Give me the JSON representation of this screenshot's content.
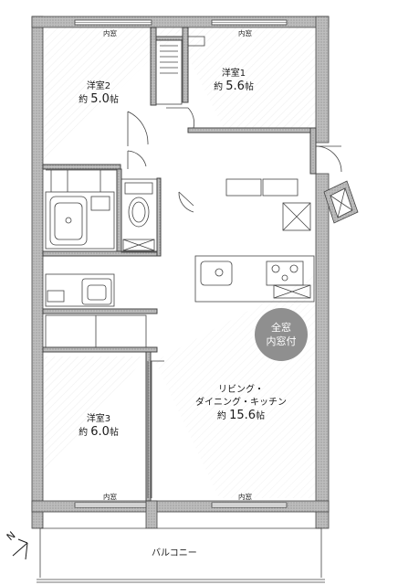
{
  "rooms": {
    "room2": {
      "name": "洋室2",
      "size_prefix": "約",
      "size_num": "5.0",
      "size_unit": "帖"
    },
    "room1": {
      "name": "洋室1",
      "size_prefix": "約",
      "size_num": "5.6",
      "size_unit": "帖"
    },
    "room3": {
      "name": "洋室3",
      "size_prefix": "約",
      "size_num": "6.0",
      "size_unit": "帖"
    },
    "ldk": {
      "name_line1": "リビング・",
      "name_line2": "ダイニング・キッチン",
      "size_prefix": "約",
      "size_num": "15.6",
      "size_unit": "帖"
    }
  },
  "windows": {
    "top_left": "内窓",
    "top_right": "内窓",
    "bottom_left": "内窓",
    "bottom_right": "内窓"
  },
  "badge": {
    "line1": "全窓",
    "line2": "内窓付"
  },
  "balcony": "バルコニー",
  "north": "N"
}
